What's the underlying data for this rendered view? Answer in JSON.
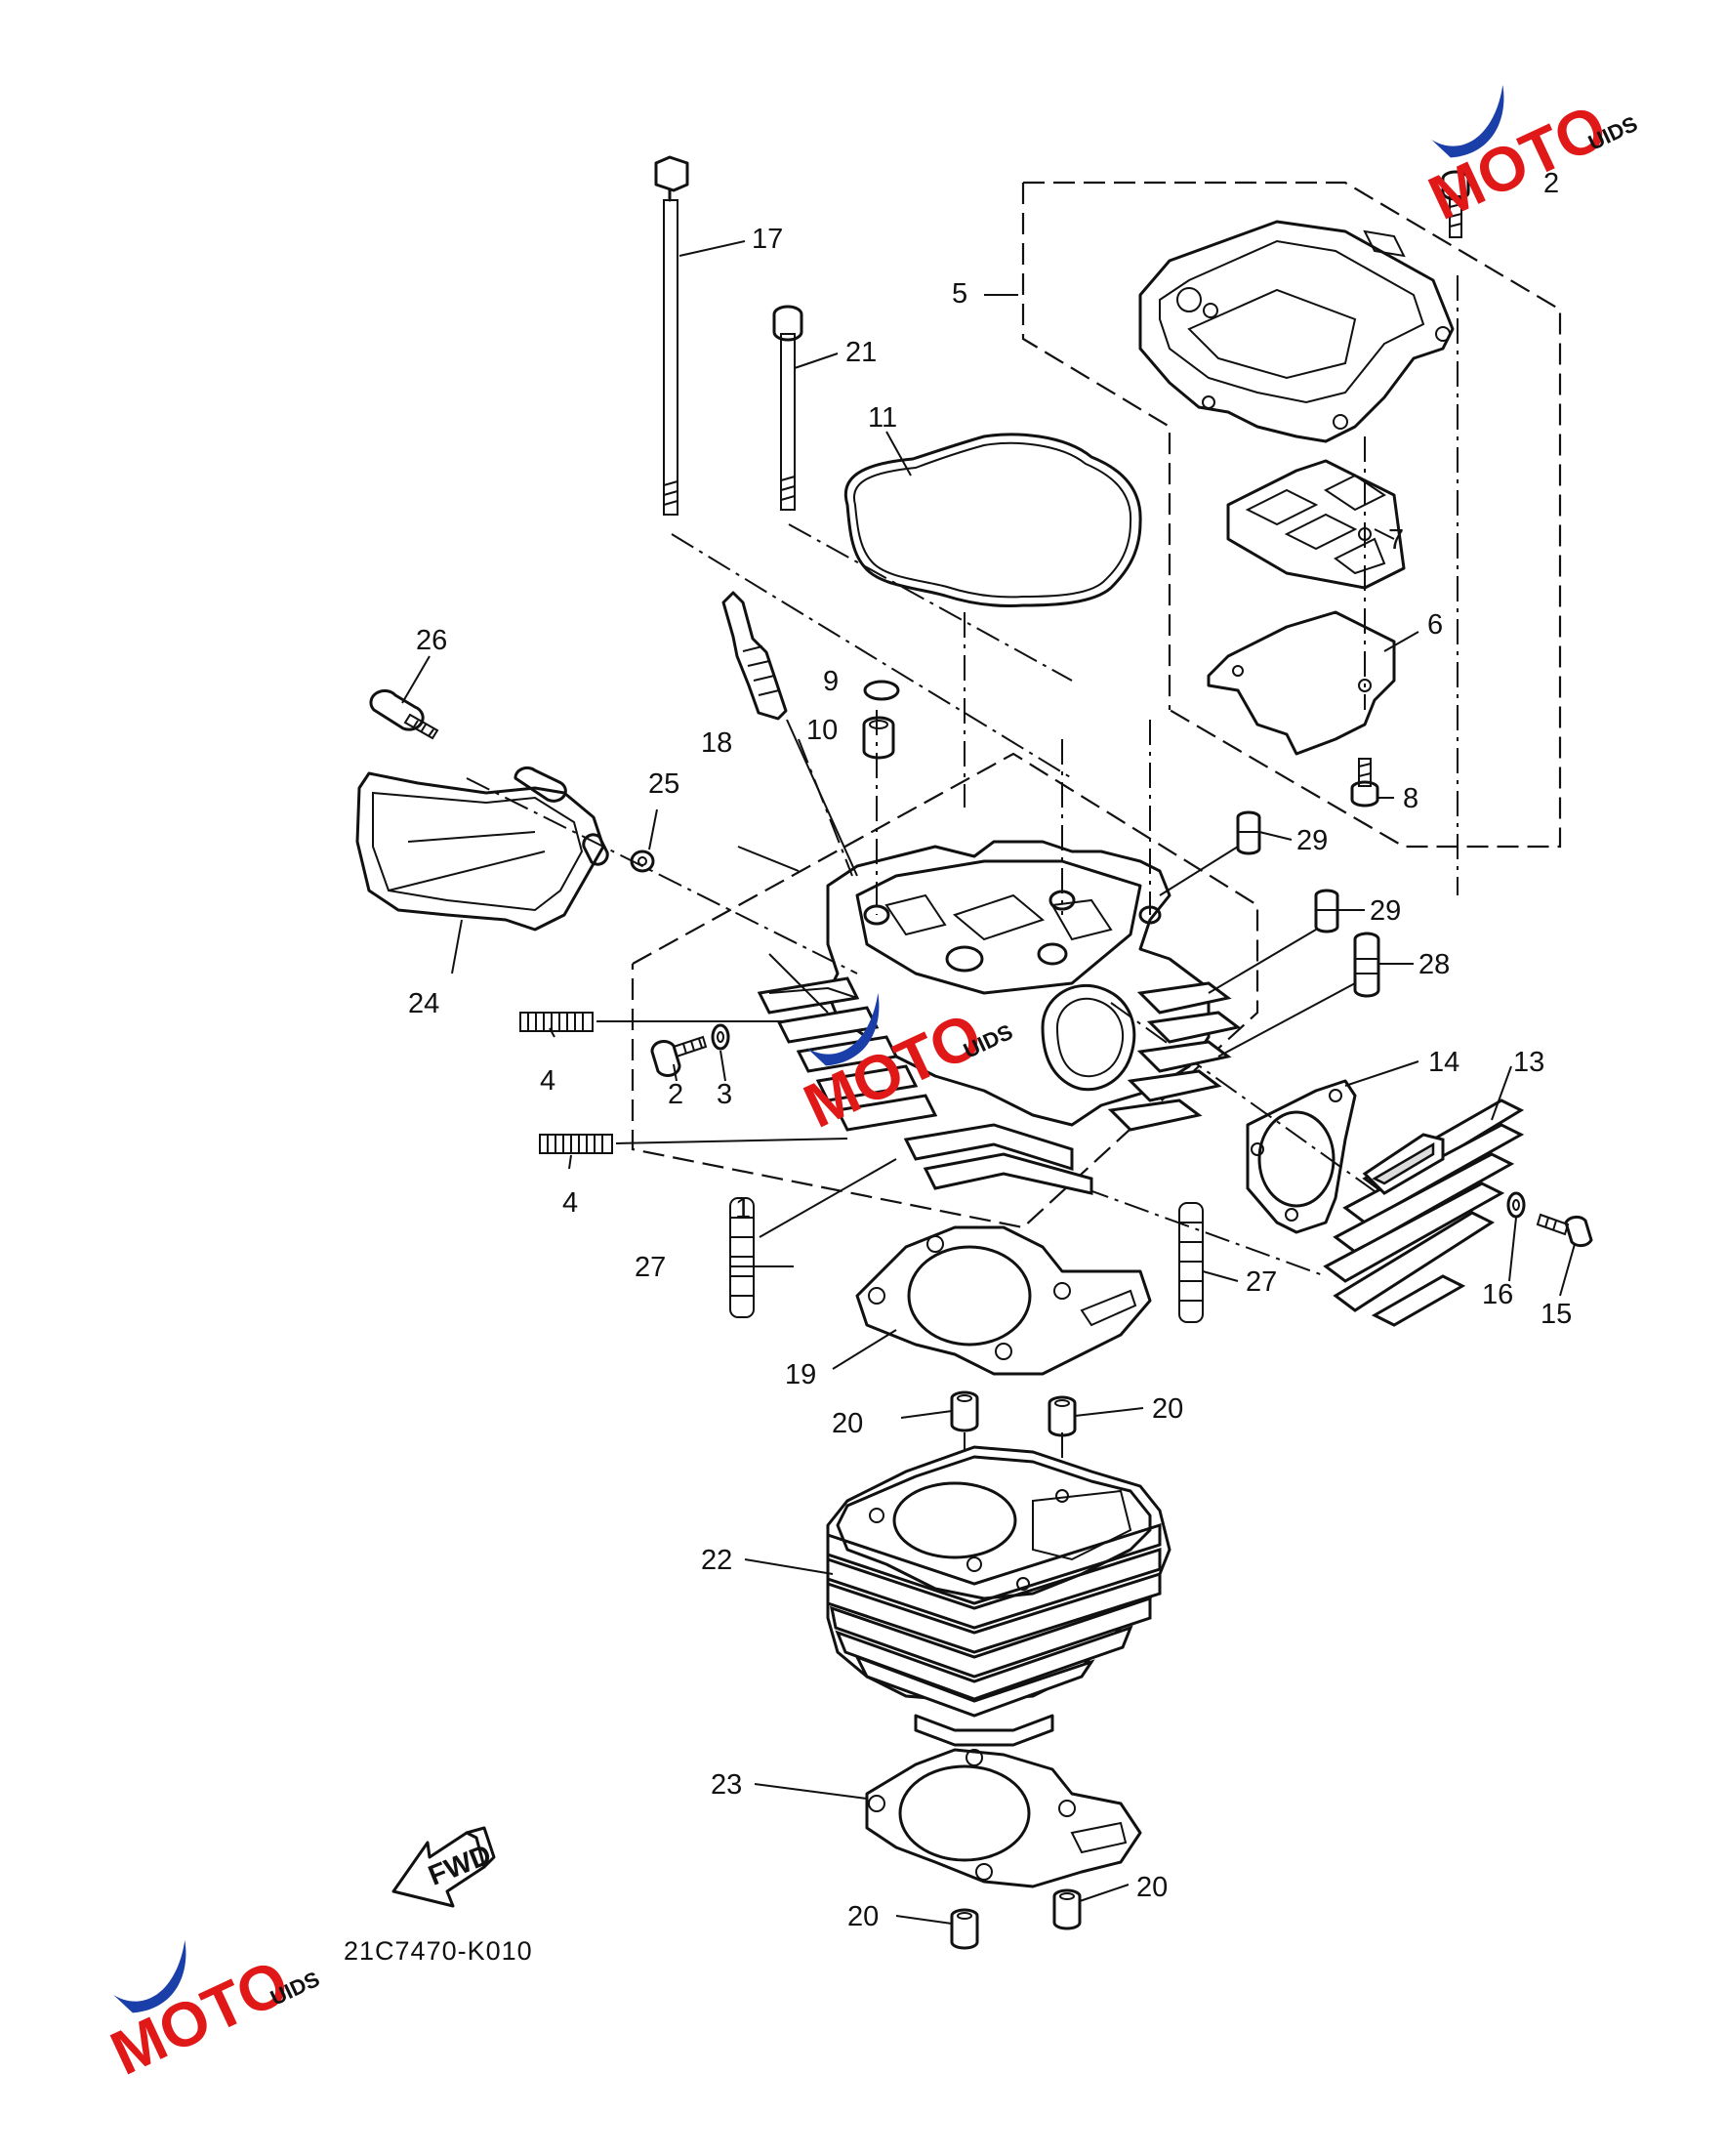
{
  "diagram": {
    "part_callouts": [
      {
        "id": "1",
        "label": "1"
      },
      {
        "id": "2a",
        "label": "2"
      },
      {
        "id": "2b",
        "label": "2"
      },
      {
        "id": "3",
        "label": "3"
      },
      {
        "id": "4a",
        "label": "4"
      },
      {
        "id": "4b",
        "label": "4"
      },
      {
        "id": "5",
        "label": "5"
      },
      {
        "id": "6",
        "label": "6"
      },
      {
        "id": "7",
        "label": "7"
      },
      {
        "id": "8",
        "label": "8"
      },
      {
        "id": "9",
        "label": "9"
      },
      {
        "id": "10",
        "label": "10"
      },
      {
        "id": "11",
        "label": "11"
      },
      {
        "id": "13",
        "label": "13"
      },
      {
        "id": "14",
        "label": "14"
      },
      {
        "id": "15",
        "label": "15"
      },
      {
        "id": "16",
        "label": "16"
      },
      {
        "id": "17",
        "label": "17"
      },
      {
        "id": "18",
        "label": "18"
      },
      {
        "id": "19",
        "label": "19"
      },
      {
        "id": "20a",
        "label": "20"
      },
      {
        "id": "20b",
        "label": "20"
      },
      {
        "id": "20c",
        "label": "20"
      },
      {
        "id": "20d",
        "label": "20"
      },
      {
        "id": "21",
        "label": "21"
      },
      {
        "id": "22",
        "label": "22"
      },
      {
        "id": "23",
        "label": "23"
      },
      {
        "id": "24",
        "label": "24"
      },
      {
        "id": "25",
        "label": "25"
      },
      {
        "id": "26",
        "label": "26"
      },
      {
        "id": "27a",
        "label": "27"
      },
      {
        "id": "27b",
        "label": "27"
      },
      {
        "id": "28",
        "label": "28"
      },
      {
        "id": "29a",
        "label": "29"
      },
      {
        "id": "29b",
        "label": "29"
      }
    ],
    "fwd_label": "FWD",
    "diagram_code": "21C7470-K010"
  },
  "watermark": {
    "text": "MOTO",
    "suffix": "UIDS",
    "colors": {
      "brand_red": "#e01818",
      "brand_blue": "#1a3fa8",
      "ink": "#111111"
    }
  }
}
